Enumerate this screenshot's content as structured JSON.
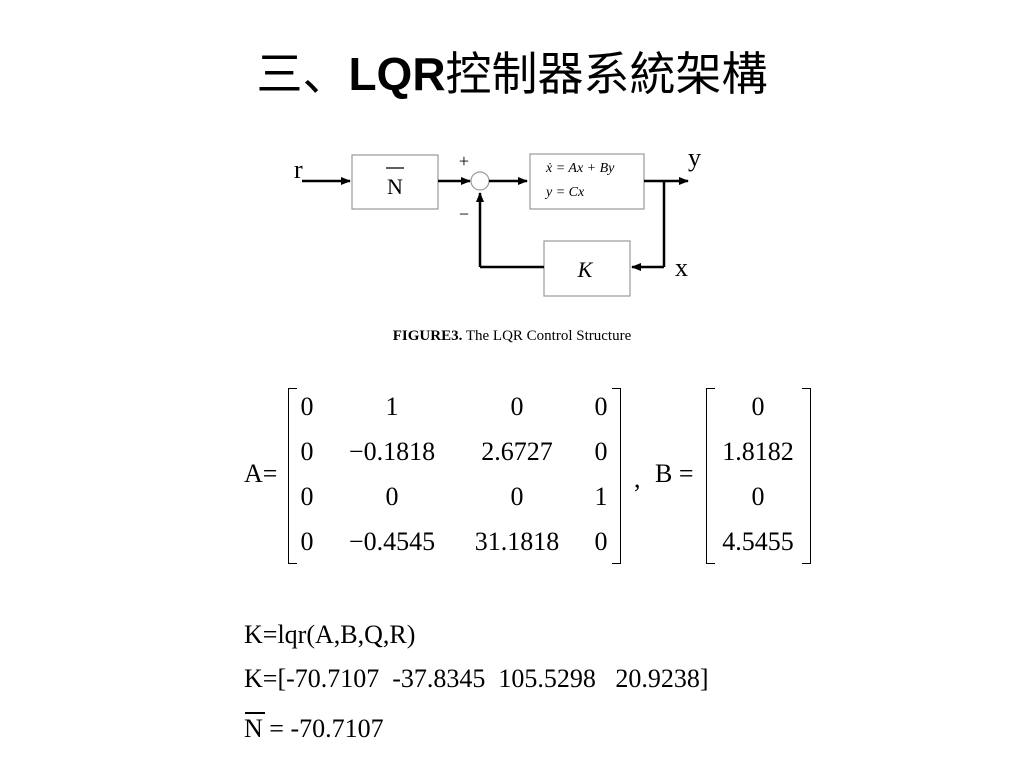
{
  "title": {
    "prefix": "三、",
    "lqr": "LQR",
    "suffix": "控制器系統架構"
  },
  "diagram": {
    "r_label": "r",
    "n_label": "N",
    "plus": "+",
    "minus": "−",
    "state_eq": "ẋ = Ax + By",
    "output_eq": "y = Cx",
    "y_label": "y",
    "k_label": "K",
    "x_label": "x"
  },
  "caption": {
    "bold": "FIGURE3.",
    "text": " The LQR Control Structure"
  },
  "matrix_a": {
    "label": "A=",
    "rows": [
      [
        "0",
        "1",
        "0",
        "0"
      ],
      [
        "0",
        "−0.1818",
        "2.6727",
        "0"
      ],
      [
        "0",
        "0",
        "0",
        "1"
      ],
      [
        "0",
        "−0.4545",
        "31.1818",
        "0"
      ]
    ]
  },
  "separator": ",",
  "matrix_b": {
    "label": "B =",
    "rows": [
      "0",
      "1.8182",
      "0",
      "4.5455"
    ]
  },
  "results": {
    "line1": "K=lqr(A,B,Q,R)",
    "line2": "K=[-70.7107  -37.8345  105.5298   20.9238]",
    "n_symbol": "N",
    "n_value": " = -70.7107"
  }
}
